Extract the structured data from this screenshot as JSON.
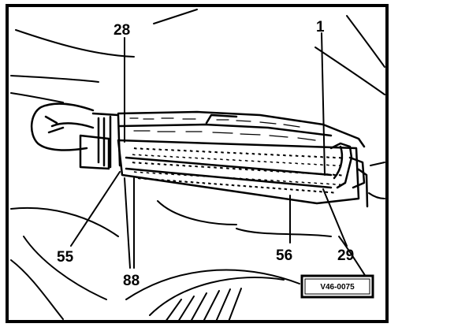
{
  "diagram": {
    "callouts": {
      "top_left": "28",
      "top_right": "1",
      "bottom_left": "55",
      "bottom_mid": "88",
      "bottom_right_a": "56",
      "bottom_right_b": "29"
    },
    "reference_code": "V46-0075"
  }
}
